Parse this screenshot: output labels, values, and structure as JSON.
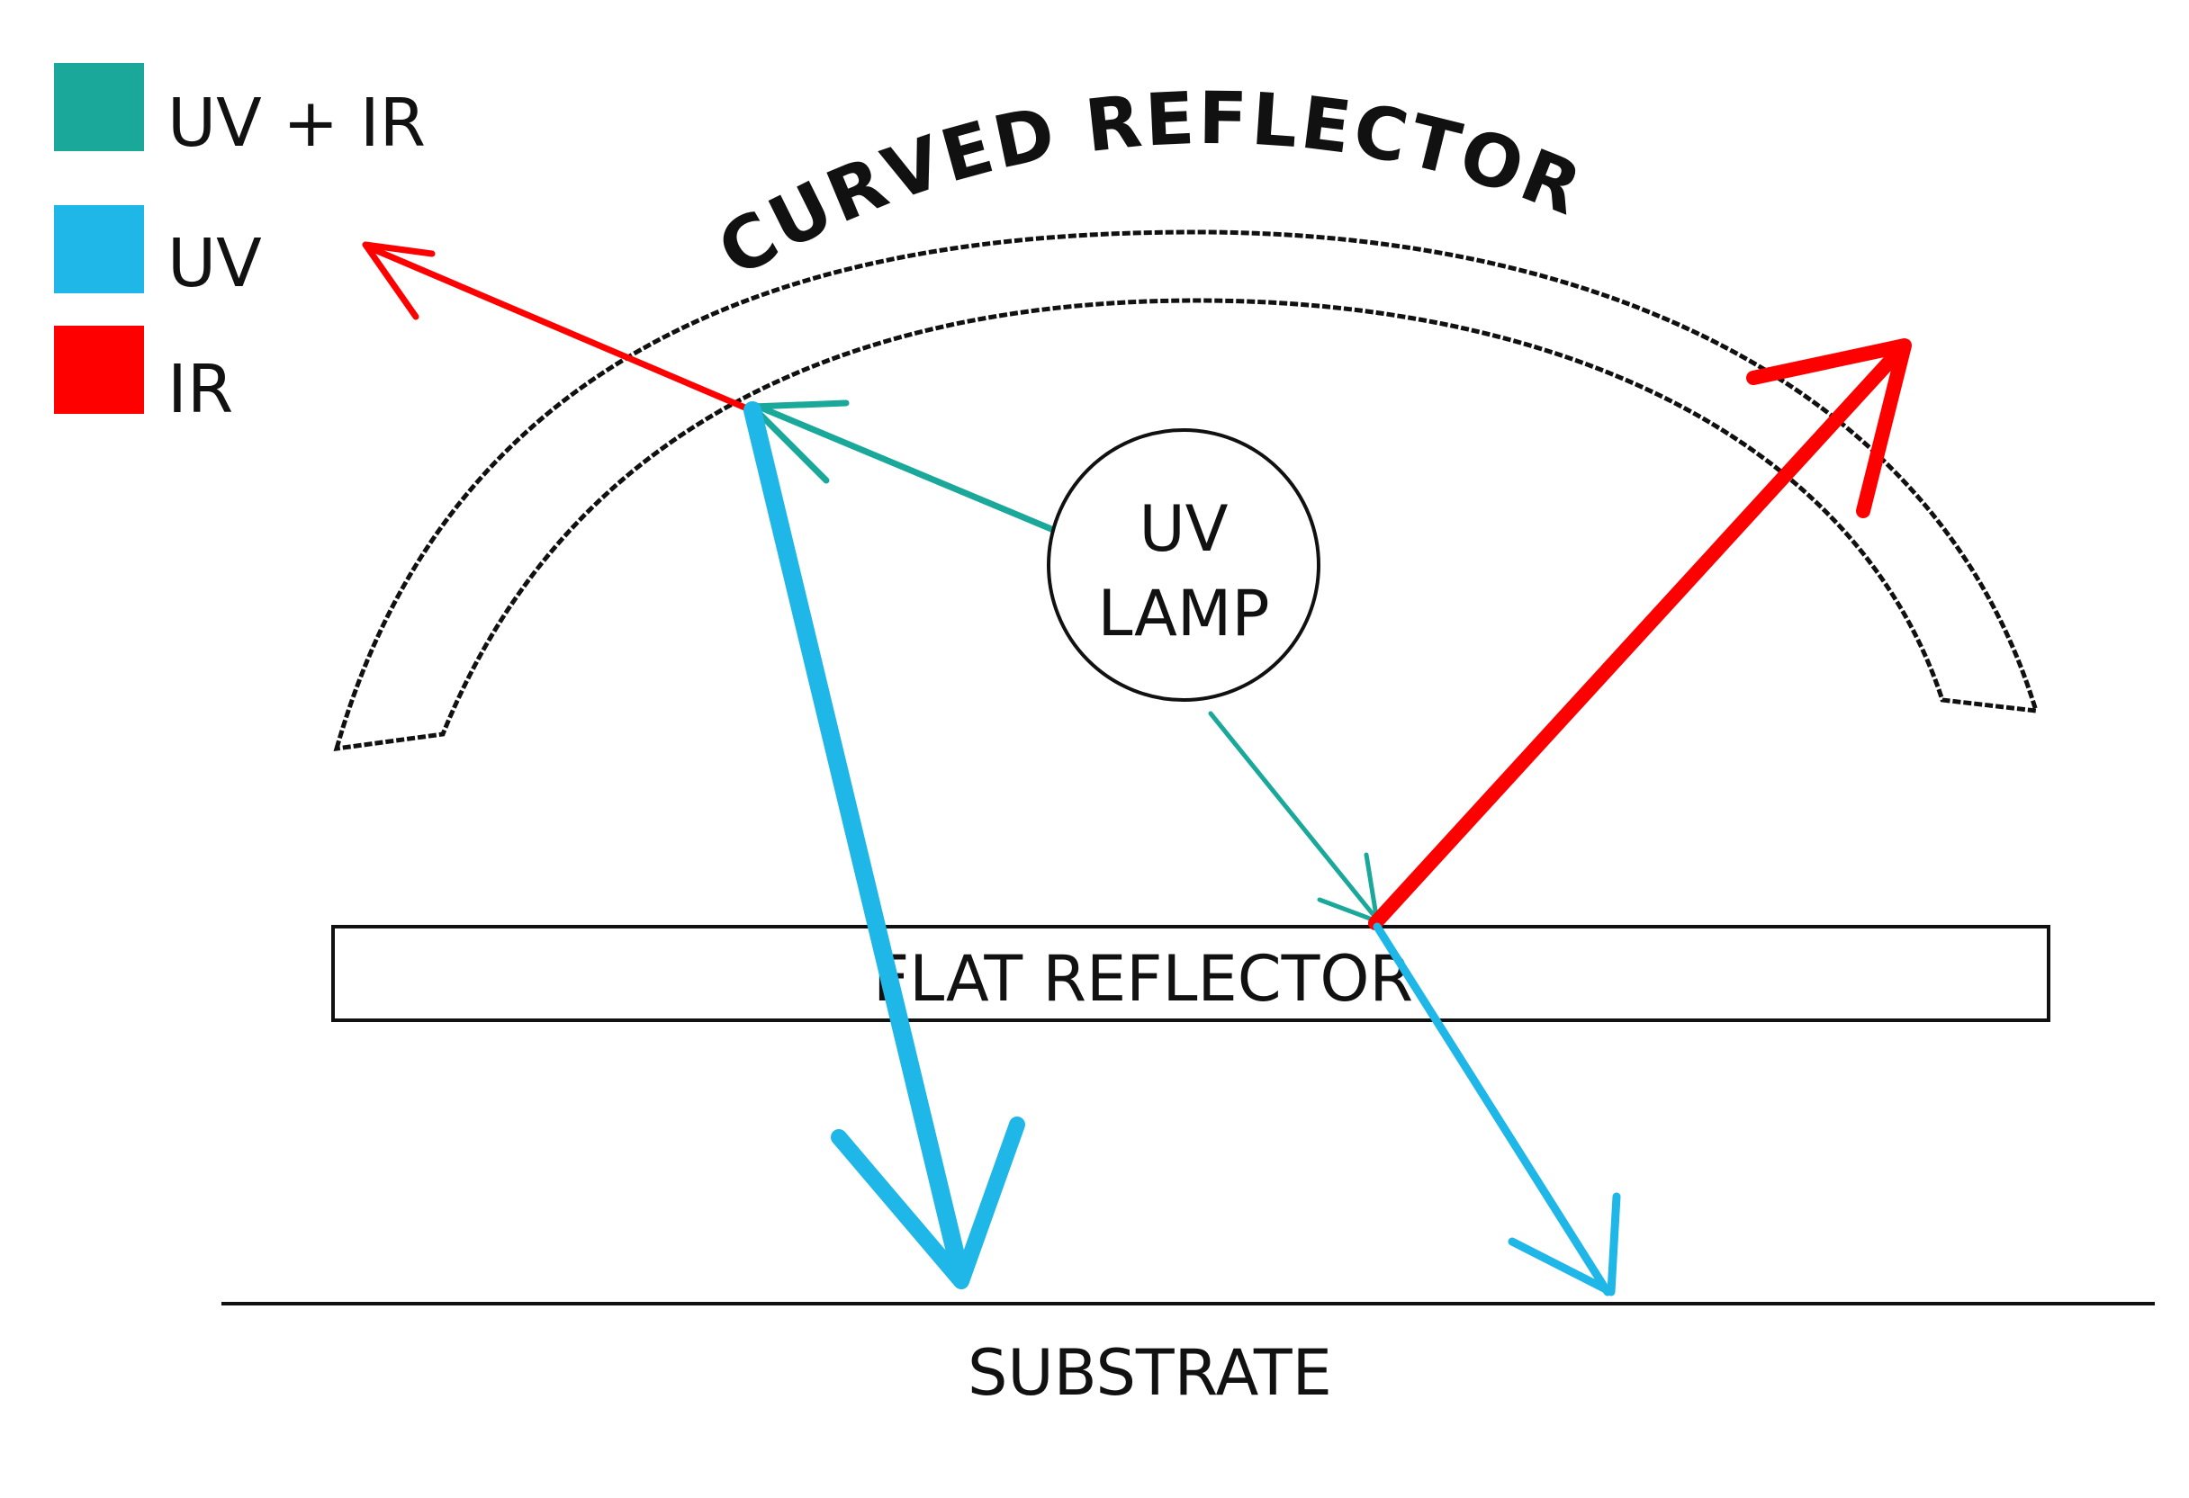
{
  "legend": [
    {
      "label": "UV + IR",
      "color": "#19A89A"
    },
    {
      "label": "UV",
      "color": "#1FB6E8"
    },
    {
      "label": "IR",
      "color": "#FF0000"
    }
  ],
  "labels": {
    "curved_reflector": "CURVED REFLECTOR",
    "lamp_line1": "UV",
    "lamp_line2": "LAMP",
    "flat_reflector": "FLAT REFLECTOR",
    "substrate": "SUBSTRATE"
  },
  "colors": {
    "uv_ir": "#19A89A",
    "uv": "#1FB6E8",
    "ir": "#FF0000",
    "outline": "#111111"
  }
}
